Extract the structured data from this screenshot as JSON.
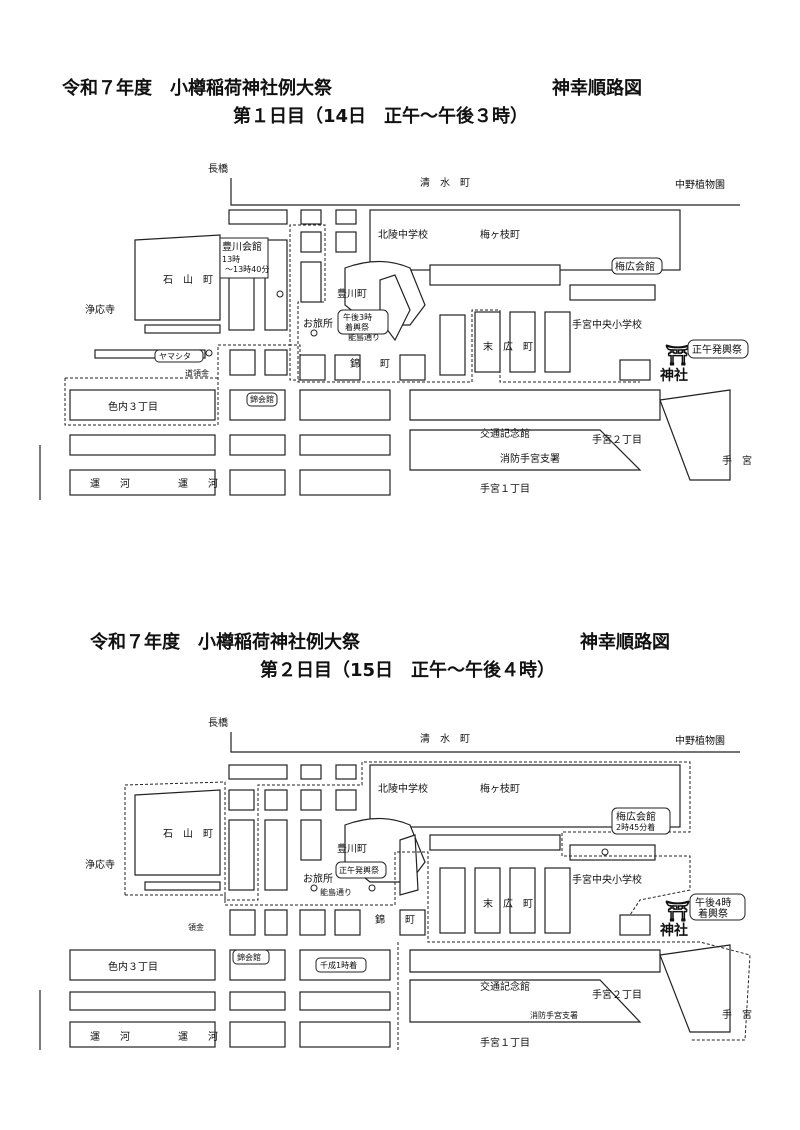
{
  "day1": {
    "title_main": "令和７年度　小樽稲荷神社例大祭",
    "title_right": "神幸順路図",
    "subtitle": "第１日目（14日　正午～午後３時）",
    "labels": {
      "nagahashi": "長橋",
      "shimizu": "清　水　町",
      "nakano": "中野植物園",
      "ishiyama": "石　山　町",
      "hokuryo": "北陵中学校",
      "umegae": "梅ヶ枝町",
      "toyokawa": "豊川町",
      "joouji": "浄応寺",
      "temiya_chuo": "手宮中央小学校",
      "suehiro": "末　広　町",
      "nishiki": "錦　　町",
      "shikinai": "色内３丁目",
      "kotsu": "交通記念館",
      "temiya2": "手宮２丁目",
      "shobo": "消防手宮支署",
      "temiya": "手　宮",
      "unga1": "運　　河",
      "unga2": "運　　河",
      "temiya1": "手宮１丁目",
      "shrine": "神社",
      "noshima": "能島通り"
    },
    "callouts": {
      "toyokawa_hall": "豊川会館",
      "toyokawa_time1": "13時",
      "toyokawa_time2": "～13時40分",
      "umehiro_hall": "梅広会館",
      "otabisho": "お旅所",
      "otabisho_note1": "午後3時",
      "otabisho_note2": "着輿祭",
      "yamashita": "ヤマシタ",
      "michishirube": "道領金",
      "nishiki_hall": "錦会館",
      "shrine_note": "正午発輿祭"
    }
  },
  "day2": {
    "title_main": "令和７年度　小樽稲荷神社例大祭",
    "title_right": "神幸順路図",
    "subtitle": "第２日目（15日　正午～午後４時）",
    "labels": {
      "nagahashi": "長橋",
      "shimizu": "清　水　町",
      "nakano": "中野植物園",
      "ishiyama": "石　山　町",
      "hokuryo": "北陵中学校",
      "umegae": "梅ヶ枝町",
      "toyokawa": "豊川町",
      "joouji": "浄応寺",
      "temiya_chuo": "手宮中央小学校",
      "suehiro": "末　広　町",
      "nishiki": "錦　　町",
      "shikinai": "色内３丁目",
      "kotsu": "交通記念館",
      "temiya2": "手宮２丁目",
      "shobo": "消防手宮支署",
      "temiya": "手　宮",
      "unga1": "運　　河",
      "unga2": "運　　河",
      "temiya1": "手宮１丁目",
      "shrine": "神社",
      "noshima": "能島通り"
    },
    "callouts": {
      "umehiro_hall": "梅広会館",
      "umehiro_time": "2時45分着",
      "otabisho": "お旅所",
      "otabisho_note1": "正午発輿祭",
      "michishirube": "領金",
      "nishiki_hall": "錦会館",
      "chikushi": "千成1時着",
      "shrine_note1": "午後4時",
      "shrine_note2": "着輿祭"
    }
  }
}
